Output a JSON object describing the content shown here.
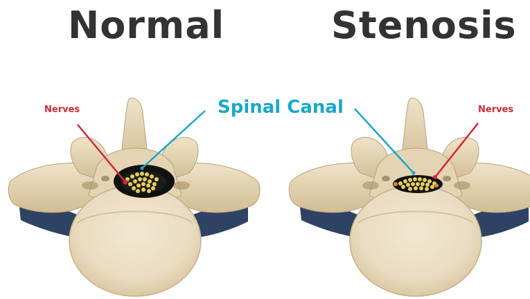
{
  "titles": {
    "normal": "Normal",
    "stenosis": "Stenosis"
  },
  "labels": {
    "spinal_canal": "Spinal Canal",
    "nerves_left": "Nerves",
    "nerves_right": "Nerves"
  },
  "colors": {
    "title": "#333333",
    "canal_label": "#1aa7c9",
    "nerves_label": "#d12a36",
    "bone": "#eadcc0",
    "bone_shade": "#c9b58e",
    "bone_dark": "#8c7752",
    "shadow_blue": "#2e4363",
    "canal_fill": "#111111",
    "nerve_dots": "#e6cf5c"
  }
}
